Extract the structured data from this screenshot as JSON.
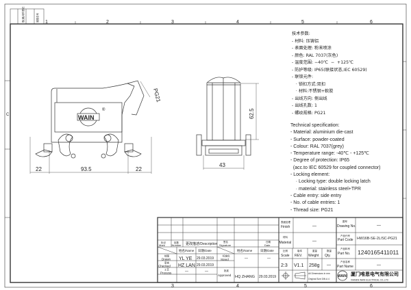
{
  "frame": {
    "column_markers": [
      "1",
      "2",
      "3",
      "4",
      "5",
      "6"
    ],
    "bottom_markers": [
      "3",
      "4",
      "5",
      "6"
    ],
    "row_marker": "C",
    "corner_stamp": [
      "借(通)用件登记",
      "底图总号"
    ]
  },
  "views": {
    "front": {
      "brand_logo": "WAIN",
      "registered_mark": "®",
      "dims": {
        "left": "22",
        "middle": "93.5",
        "right": "22",
        "thread": "PG21"
      }
    },
    "side": {
      "dims": {
        "height": "62.5",
        "width": "43"
      }
    }
  },
  "spec_cn": {
    "title": "技术参数:",
    "lines": [
      "- 材料: 压铸铝",
      "- 表面处理: 粉末喷涂",
      "- 颜色: RAL 7037(灰色)",
      "- 温度范围: −40℃  −  +125℃",
      "- 防护等级: IP65(联接状态,IEC 60529)",
      "- 联锁元件:",
      "   · 锁扣方式:双扣",
      "   · 材料:不锈钢+軟胶",
      "- 出线方向: 侧出线",
      "- 出线孔数: 1",
      "- 螺纹规格: PG21"
    ]
  },
  "spec_en": {
    "title": "Technical specification:",
    "lines": [
      "- Material: aluminium die-cast",
      "- Surface: powder-coated",
      "- Colour: RAL 7037(grey)",
      "- Temperature range: -40℃ - +125℃",
      "- Degree of protection: IP65",
      "  (acc.to IEC 60529 for coupled connector)",
      "- Locking element:",
      "    · Locking type: double locking latch",
      "    · material: stainless steel+TPR",
      "- Cable entry: side entry",
      "- No. of cable entries: 1",
      "- Thread size: PG21"
    ]
  },
  "title_block": {
    "mark_cn": "标记",
    "mark": "Mark",
    "number_cn": "处数",
    "number": "Number",
    "description": "更改描述/Description",
    "signature_cn": "签名",
    "signature": "Signature",
    "date_cn": "日期",
    "date": "Date",
    "name_hdr": "姓名/Name",
    "date_hdr": "日期/Date",
    "drawn_cn": "绘图",
    "drawn": "Drawn",
    "drawn_name": "YL  YE",
    "drawn_date": "29.03.2019",
    "checked_cn": "审查",
    "checked": "Checked",
    "checked_name": "HZ  LAN",
    "checked_date": "29.03.2019",
    "process_cn": "工艺",
    "process": "Process",
    "process_name": "—",
    "process_date": "—",
    "stand_cn": "标准化",
    "stand": "Stand",
    "stand_name": "—",
    "stand_date": "—",
    "approved_cn": "批准",
    "approved": "Approved",
    "approved_name": "HQ  ZHANG",
    "approved_date": "29.03.2019",
    "finish_cn": "表面处理",
    "finish": "Finish",
    "finish_value": "—",
    "material_cn": "材料",
    "material": "Material",
    "material_value": "—",
    "scale_cn": "比例",
    "scale": "Scale",
    "scale_value": "2:3",
    "rev_cn": "版本",
    "rev": "REV.",
    "rev_value": "V1.1",
    "weight_cn": "重量",
    "weight": "Weight",
    "weight_value": "258g",
    "qty_cn": "数量",
    "qty": "Qty.",
    "qty_value": "—",
    "dims_note_1": "All Dimensions in mm",
    "dims_note_2": "Original Size DIN A 4",
    "drawing_no_cn": "图号",
    "drawing_no": "Drawing No.",
    "drawing_no_value": "—",
    "part_code_cn": "产品代号",
    "part_code": "Part Code",
    "part_code_value": "HW16B-SE-2L/SC-PG21",
    "part_no_cn": "产品料号",
    "part_no": "Part No.",
    "part_no_value": "1240165411011",
    "part_name_cn": "产品名称",
    "part_name": "Part Name",
    "part_name_value": "—",
    "company_cn": "厦门唯恩电气有限公司",
    "company_en": "XIAMEN WAIN ELECTRICAL CO.,LTD",
    "logo": "WAIN"
  }
}
